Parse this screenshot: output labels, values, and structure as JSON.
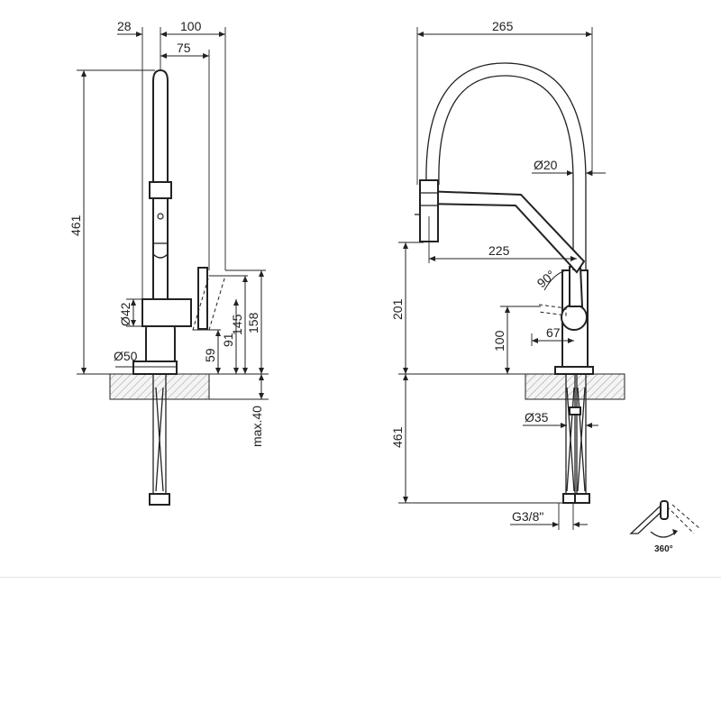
{
  "side_view": {
    "dim_28": "28",
    "dim_100": "100",
    "dim_75": "75",
    "dim_461": "461",
    "dim_d42": "Ø42",
    "dim_d50": "Ø50",
    "dim_59": "59",
    "dim_91": "91",
    "dim_145": "145",
    "dim_158": "158",
    "dim_max40": "max.40"
  },
  "front_view": {
    "dim_265": "265",
    "dim_d20": "Ø20",
    "dim_225": "225",
    "dim_90deg": "90°",
    "dim_201": "201",
    "dim_100": "100",
    "dim_67": "67",
    "dim_d35": "Ø35",
    "dim_461": "461",
    "dim_g38": "G3/8\""
  },
  "rotation_icon": {
    "label": "360°"
  }
}
